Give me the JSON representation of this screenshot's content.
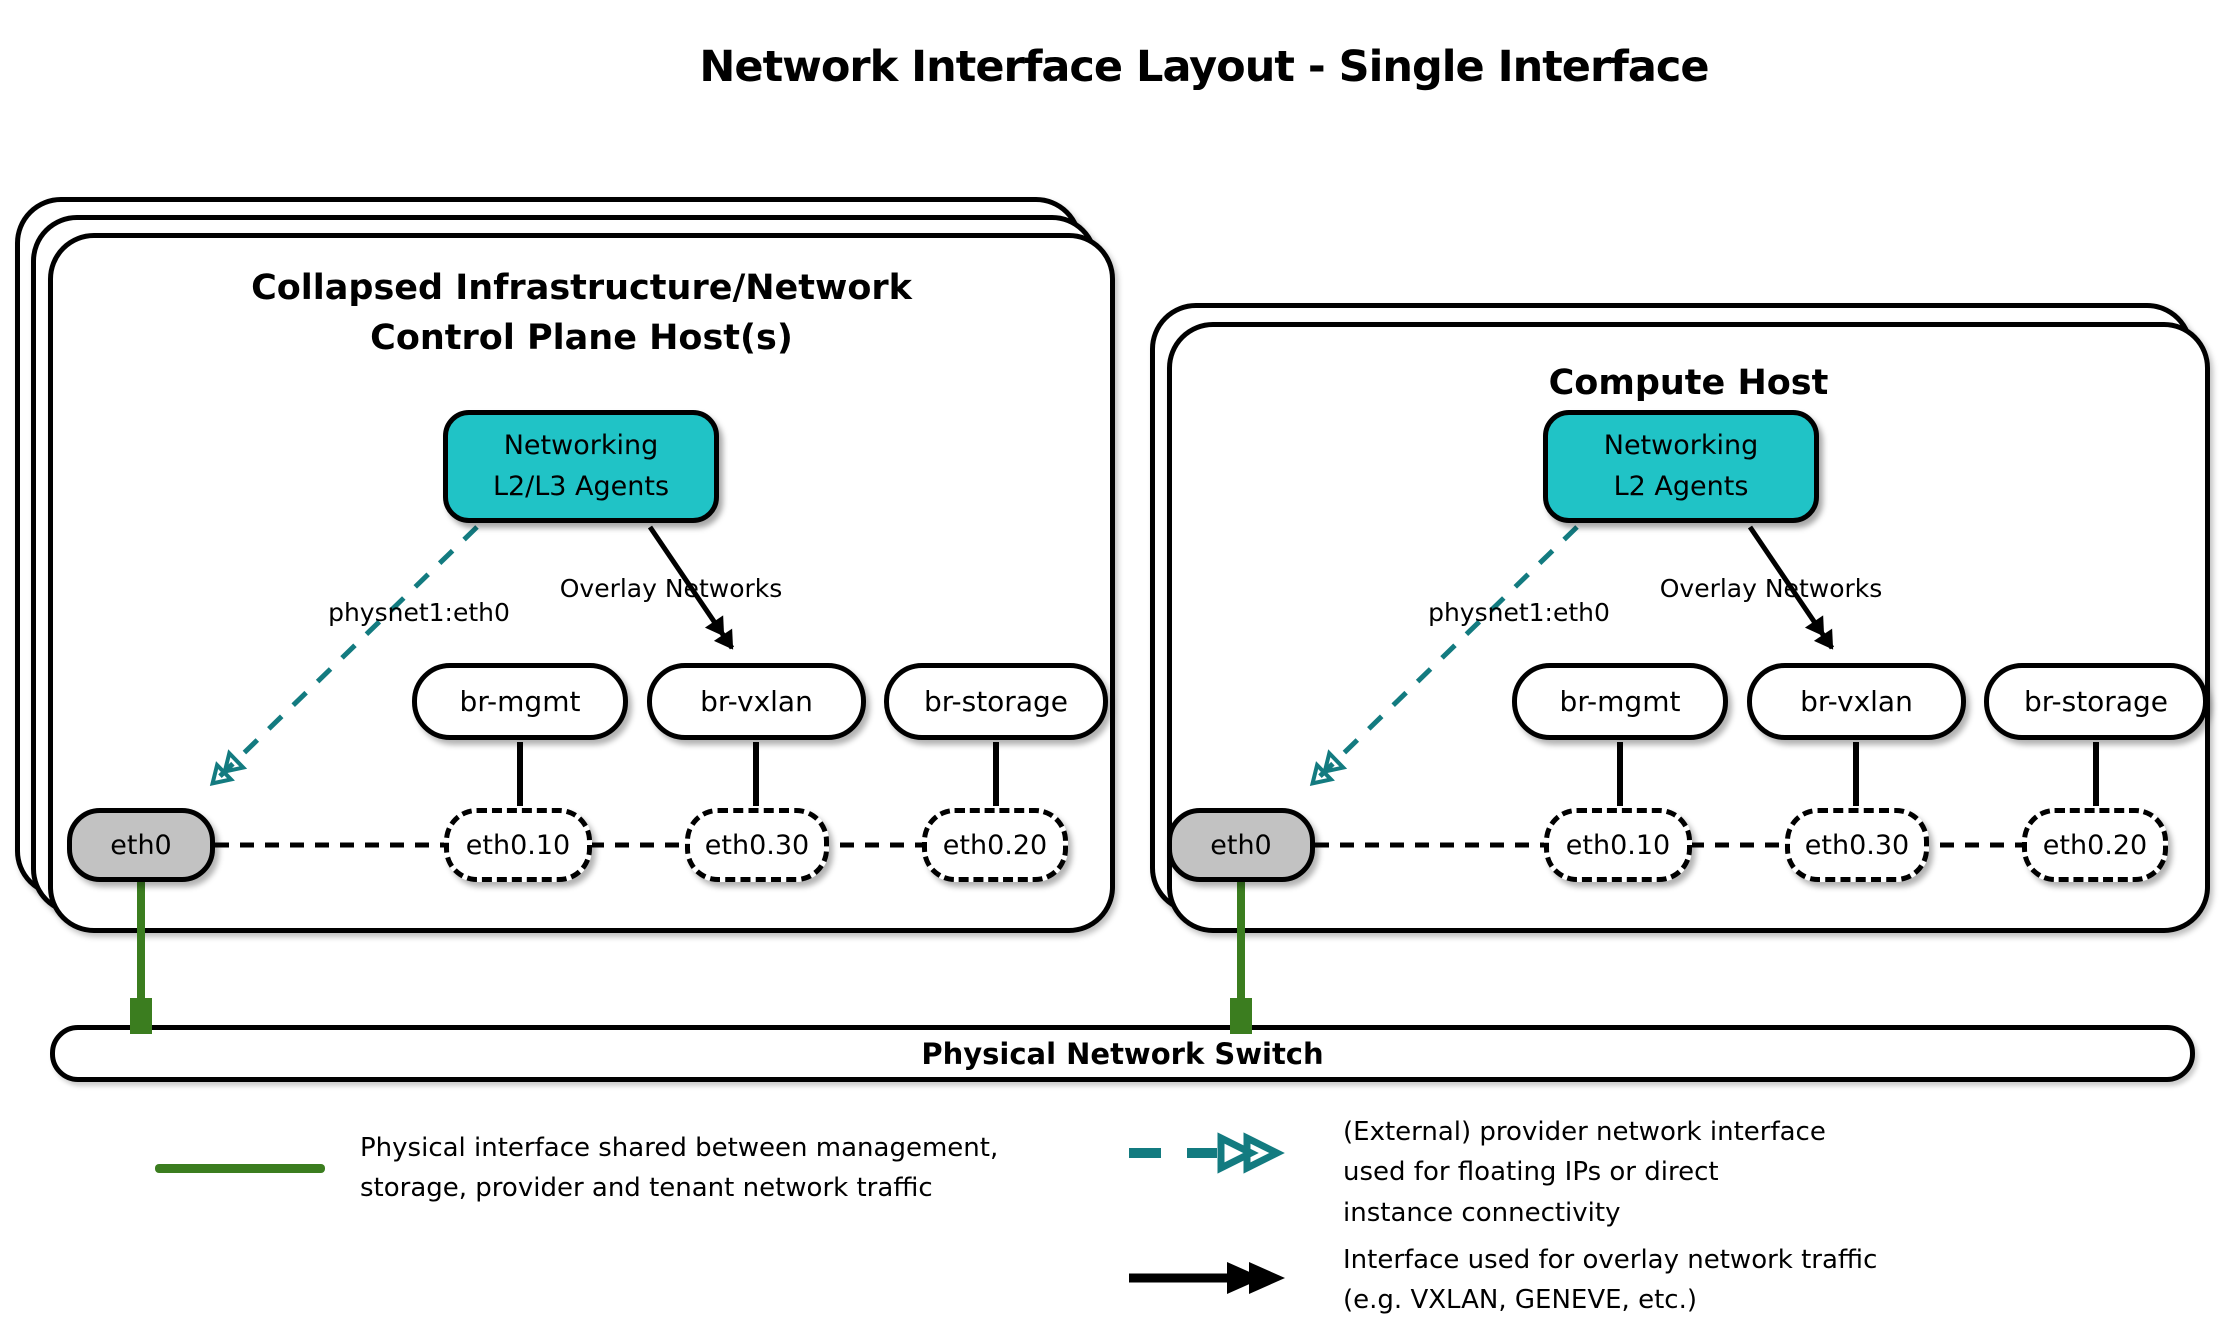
{
  "title": "Network Interface Layout - Single Interface",
  "colors": {
    "agent_fill": "#20c3c6",
    "provider_arrow": "#137b80",
    "overlay_arrow": "#000000",
    "physical_link_green": "#3b7d1f",
    "phys_interface_fill": "#c2c2c2"
  },
  "hosts": [
    {
      "title_lines": [
        "Collapsed Infrastructure/Network",
        "Control Plane Host(s)"
      ],
      "agent_lines": [
        "Networking",
        "L2/L3 Agents"
      ],
      "provider_arrow_label": "physnet1:eth0",
      "overlay_arrow_label": "Overlay Networks",
      "bridges": [
        "br-mgmt",
        "br-vxlan",
        "br-storage"
      ],
      "eth_label": "eth0",
      "sub_interfaces": [
        "eth0.10",
        "eth0.30",
        "eth0.20"
      ]
    },
    {
      "title_lines": [
        "Compute Host"
      ],
      "agent_lines": [
        "Networking",
        "L2 Agents"
      ],
      "provider_arrow_label": "physnet1:eth0",
      "overlay_arrow_label": "Overlay Networks",
      "bridges": [
        "br-mgmt",
        "br-vxlan",
        "br-storage"
      ],
      "eth_label": "eth0",
      "sub_interfaces": [
        "eth0.10",
        "eth0.30",
        "eth0.20"
      ]
    }
  ],
  "switch": {
    "label": "Physical Network Switch"
  },
  "legend": [
    {
      "symbol": "green-solid-line",
      "lines": [
        "Physical interface shared between management,",
        "storage, provider and tenant network traffic"
      ]
    },
    {
      "symbol": "teal-dashed-double-arrow",
      "lines": [
        "(External) provider network interface",
        "used for floating IPs or direct",
        "instance connectivity"
      ]
    },
    {
      "symbol": "black-solid-double-arrow",
      "lines": [
        "Interface used for overlay network traffic",
        "(e.g. VXLAN, GENEVE, etc.)"
      ]
    }
  ]
}
